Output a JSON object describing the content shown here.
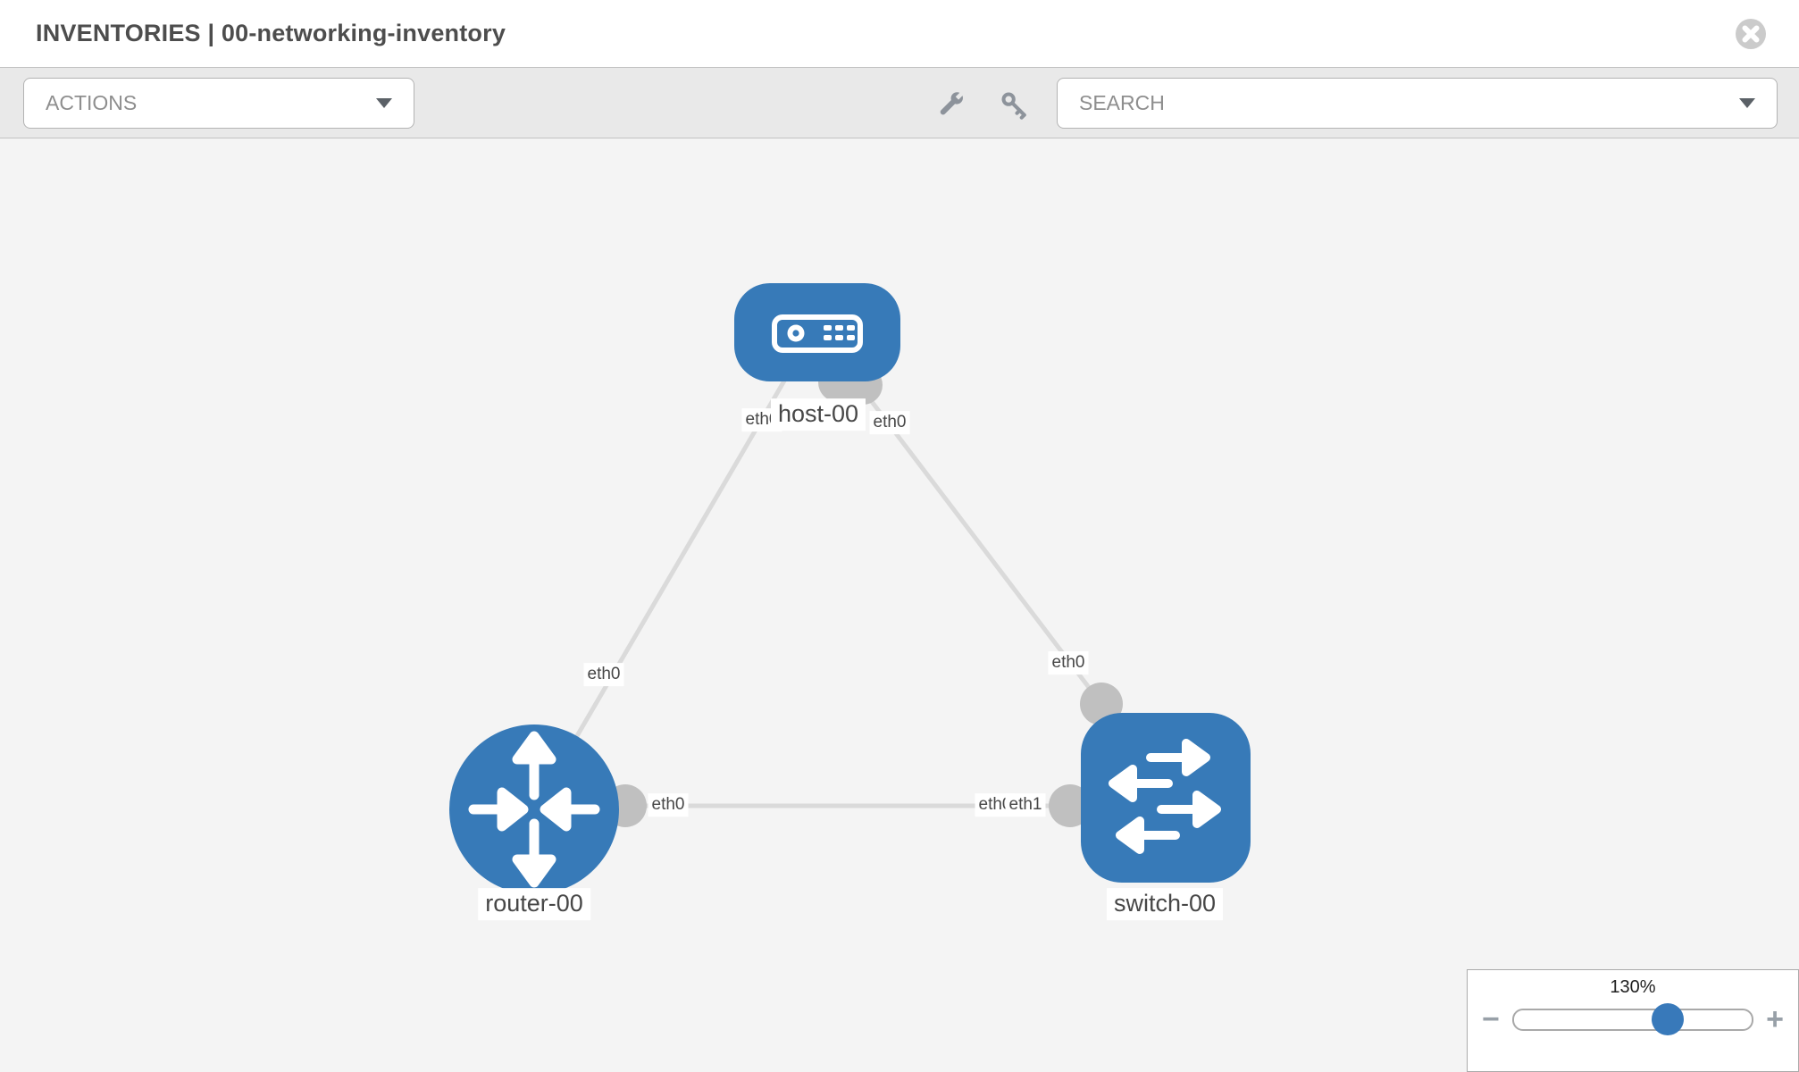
{
  "header": {
    "title": "INVENTORIES | 00-networking-inventory",
    "close_icon": "close-circle-icon"
  },
  "toolbar": {
    "actions_placeholder": "ACTIONS",
    "search_placeholder": "SEARCH",
    "icons": [
      "wrench-icon",
      "key-icon"
    ]
  },
  "diagram": {
    "nodes": [
      {
        "id": "host-00",
        "type": "host",
        "label": "host-00",
        "icon": "server-icon"
      },
      {
        "id": "router-00",
        "type": "router",
        "label": "router-00",
        "icon": "router-arrows-icon"
      },
      {
        "id": "switch-00",
        "type": "switch",
        "label": "switch-00",
        "icon": "switch-arrows-icon"
      }
    ],
    "links": [
      {
        "source": "host-00",
        "source_interface": "eth0",
        "target": "router-00",
        "target_interface": "eth0"
      },
      {
        "source": "host-00",
        "source_interface": "eth0",
        "target": "switch-00",
        "target_interface": "eth0"
      },
      {
        "source": "router-00",
        "source_interface": "eth0",
        "target": "switch-00",
        "target_interface": "eth1"
      }
    ],
    "labels": {
      "host": "host-00",
      "router": "router-00",
      "switch": "switch-00",
      "host_left_if": "eth0",
      "host_right_if": "eth0",
      "router_top_if": "eth0",
      "switch_top_if": "eth0",
      "router_right_if": "eth0",
      "switch_left_if_back": "eth0",
      "switch_left_if_front": "eth1"
    }
  },
  "zoom_control": {
    "value": "130%",
    "minus_label": "−",
    "plus_label": "+"
  },
  "colors": {
    "node_blue": "#377ab8",
    "edge_gray": "#dadada",
    "connector_gray": "#c0c0c0",
    "toolbar_bg": "#e9e9e9",
    "canvas_bg": "#f4f4f4",
    "title_text": "#4d4d4d",
    "placeholder_text": "#8e8e8e"
  }
}
